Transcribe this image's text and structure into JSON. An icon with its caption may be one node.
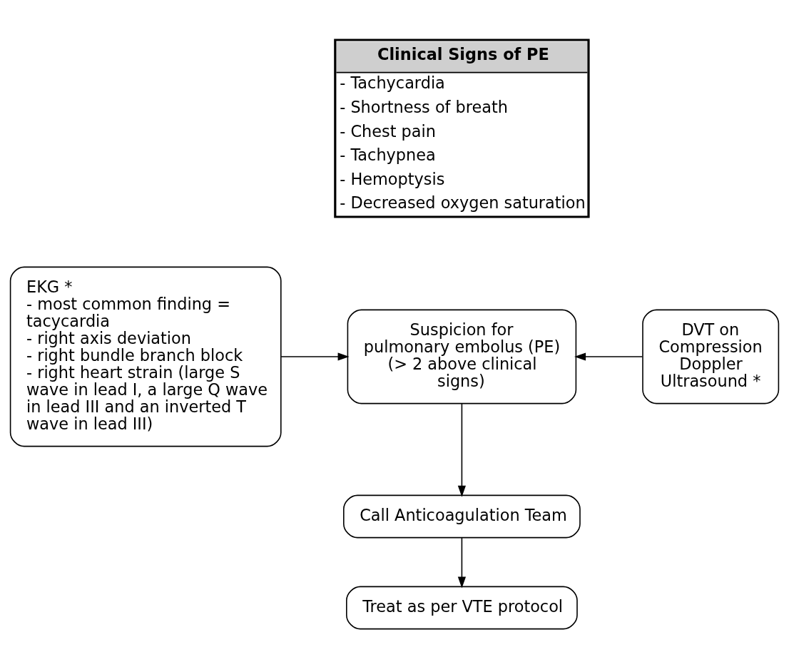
{
  "diagram": {
    "nodes": [
      {
        "text": [
          "Clinical Signs of PE",
          "- Tachycardia",
          "- Shortness of breath",
          "- Chest pain",
          "- Tachypnea",
          "- Hemoptysis",
          "- Decreased oxygen saturation"
        ]
      },
      {
        "text": [
          "EKG *",
          "- most common finding = tacycardia",
          "- right axis deviation",
          "- right bundle branch block",
          "- right heart strain (large S wave in lead I, a large Q wave in lead III and an inverted T wave in lead III)"
        ]
      },
      {
        "text": [
          "Suspicion for pulmonary embolus (PE) (> 2 above clinical signs)"
        ]
      },
      {
        "text": [
          "DVT on Compression Doppler Ultrasound *"
        ]
      },
      {
        "text": [
          "Call Anticoagulation Team"
        ]
      },
      {
        "text": [
          "Treat as per VTE protocol"
        ]
      }
    ],
    "edges": [
      {
        "from": 1,
        "to": 2,
        "arrow": "to"
      },
      {
        "from": 3,
        "to": 2,
        "arrow": "to"
      },
      {
        "from": 2,
        "to": 4,
        "arrow": "to"
      },
      {
        "from": 4,
        "to": 5,
        "arrow": "to"
      }
    ]
  }
}
